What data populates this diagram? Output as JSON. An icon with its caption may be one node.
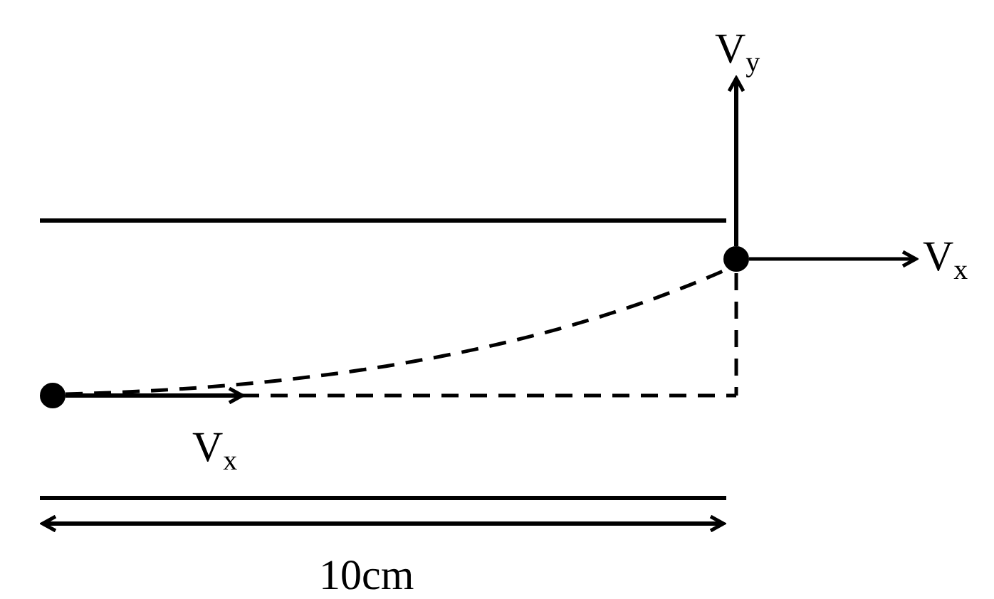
{
  "diagram": {
    "nodes": [
      {
        "text": [],
        "shape": "circle"
      },
      {
        "text": [],
        "shape": "circle"
      }
    ],
    "edges": [
      {
        "from": 0,
        "to": 1,
        "arrow": "none",
        "style": "dashed"
      }
    ],
    "labels": [
      "V$_{y}$",
      "V$_{x}$",
      "V$_{x}$",
      "10cm"
    ]
  }
}
